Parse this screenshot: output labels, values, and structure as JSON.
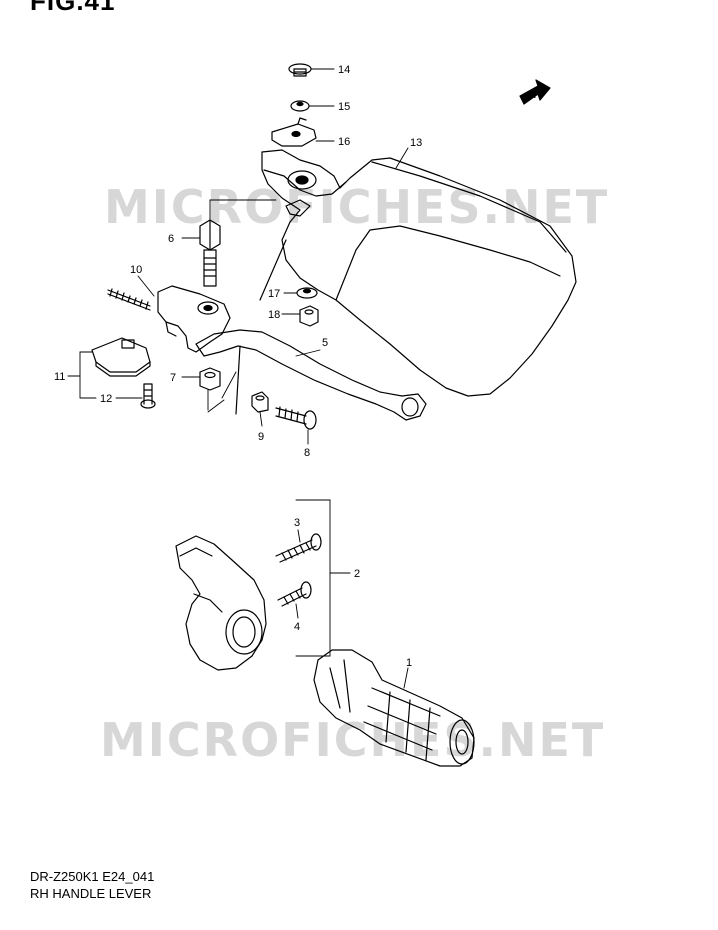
{
  "figure": {
    "title": "FIG.41"
  },
  "watermarks": [
    "MICROFICHES.NET",
    "MICROFICHES.NET"
  ],
  "fwd_badge": "FWD",
  "parts": [
    {
      "no": "1"
    },
    {
      "no": "2"
    },
    {
      "no": "3"
    },
    {
      "no": "4"
    },
    {
      "no": "5"
    },
    {
      "no": "6"
    },
    {
      "no": "7"
    },
    {
      "no": "8"
    },
    {
      "no": "9"
    },
    {
      "no": "10"
    },
    {
      "no": "11"
    },
    {
      "no": "12"
    },
    {
      "no": "13"
    },
    {
      "no": "14"
    },
    {
      "no": "15"
    },
    {
      "no": "16"
    },
    {
      "no": "17"
    },
    {
      "no": "18"
    }
  ],
  "footer": {
    "model_code": "DR-Z250K1 E24_041",
    "diagram_name": "RH HANDLE LEVER"
  }
}
